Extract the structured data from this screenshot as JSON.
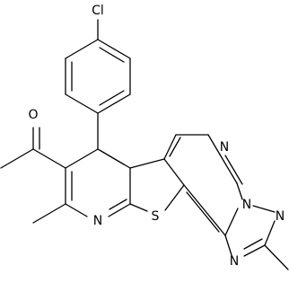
{
  "atoms": {
    "chlorine": "Cl",
    "oxygen": "O",
    "sulfur": "S",
    "n_pyridine": "N",
    "n_pyrimidine_top": "N",
    "n_bridgehead": "N",
    "n_triazole_right": "N",
    "n_triazole_bottom": "N"
  },
  "colors": {
    "bond": "#000000",
    "label": "#000000",
    "background": "#ffffff"
  }
}
